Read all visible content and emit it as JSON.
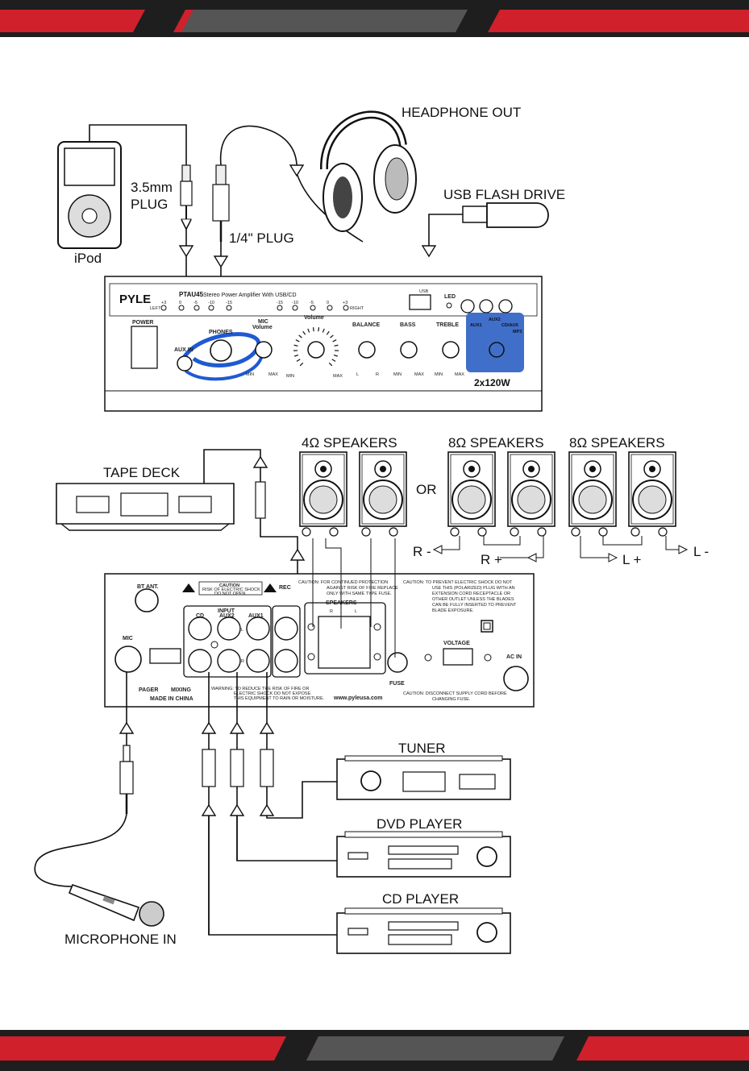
{
  "labels": {
    "headphone_out": "HEADPHONE OUT",
    "usb_flash_drive": "USB FLASH DRIVE",
    "plug_35_a": "3.5mm",
    "plug_35_b": "PLUG",
    "plug_14": "1/4\" PLUG",
    "ipod": "iPod",
    "tape_deck": "TAPE DECK",
    "speakers_4": "4Ω  SPEAKERS",
    "speakers_8a": "8Ω  SPEAKERS",
    "speakers_8b": "8Ω  SPEAKERS",
    "or": "OR",
    "r_minus": "R -",
    "r_plus": "R +",
    "l_plus": "L +",
    "l_minus": "L -",
    "tuner": "TUNER",
    "dvd_player": "DVD PLAYER",
    "cd_player": "CD PLAYER",
    "microphone_in": "MICROPHONE IN"
  },
  "front_panel": {
    "brand": "PYLE",
    "model": "PTAU45",
    "description": "Stereo Power Amplifier With USB/CD",
    "power": "POWER",
    "aux_in": "AUX IN",
    "phones": "PHONES",
    "mic_volume_a": "MIC",
    "mic_volume_b": "Volume",
    "volume": "Volume",
    "balance": "BALANCE",
    "bass": "BASS",
    "treble": "TREBLE",
    "usb": "USB",
    "led": "LED",
    "aux1": "AUX1",
    "aux2": "AUX2",
    "cd_aux": "CD/AUX",
    "mp3": "MP3",
    "power_rating": "2x120W",
    "left": "LEFT",
    "right": "RIGHT",
    "min": "MIN",
    "max": "MAX",
    "l": "L",
    "r": "R",
    "vu_left": [
      "+3",
      "0",
      "-5",
      "-10",
      "-15"
    ],
    "vu_right": [
      "-15",
      "-10",
      "-5",
      "0",
      "+3"
    ]
  },
  "rear_panel": {
    "bt_ant": "BT ANT.",
    "mic": "MIC",
    "caution_title": "CAUTION",
    "caution_line1": "RISK OF ELECTRIC SHOCK",
    "caution_line2": "DO NOT OPEN",
    "input": "INPUT",
    "cd": "CD",
    "aux2": "AUX2",
    "aux1": "AUX1",
    "rec": "REC",
    "l": "L",
    "r": "R",
    "speakers": "SPEAKERS",
    "caution_fire_1": "CAUTION: FOR CONTINUED PROTECTION",
    "caution_fire_2": "AGAINST RISK OF FIRE REPLACE",
    "caution_fire_3": "ONLY WITH SAME TYPE FUSE.",
    "caution_shock_1": "CAUTION: TO PREVENT ELECTRIC SHOCK DO NOT",
    "caution_shock_2": "USE THIS (POLARIZED) PLUG WITH AN",
    "caution_shock_3": "EXTENSION CORD RECEPTACLE OR",
    "caution_shock_4": "OTHER OUTLET UNLESS THE BLADES",
    "caution_shock_5": "CAN BE FULLY INSERTED TO PREVENT",
    "caution_shock_6": "BLADE EXPOSURE.",
    "voltage": "VOLTAGE",
    "ac_in": "AC IN",
    "fuse": "FUSE",
    "pager": "PAGER",
    "mixing": "MIXING",
    "made_in": "MADE IN CHINA",
    "warning_1": "WARNING: TO REDUCE THE RISK OF FIRE OR",
    "warning_2": "ELECTRIC SHOCK DO NOT EXPOSE",
    "warning_3": "THIS EQUIPMENT TO RAIN OR MOISTURE.",
    "website": "www.pyleusa.com",
    "caution_disconnect_1": "CAUTION: DISCONNECT SUPPLY CORD BEFORE",
    "caution_disconnect_2": "CHANGING FUSE."
  },
  "colors": {
    "band_red": "#d0202c",
    "band_dark": "#2a2a2a",
    "band_gray": "#555555",
    "accent_blue": "#3f6fc9",
    "logo_blue": "#1e5ad2"
  }
}
